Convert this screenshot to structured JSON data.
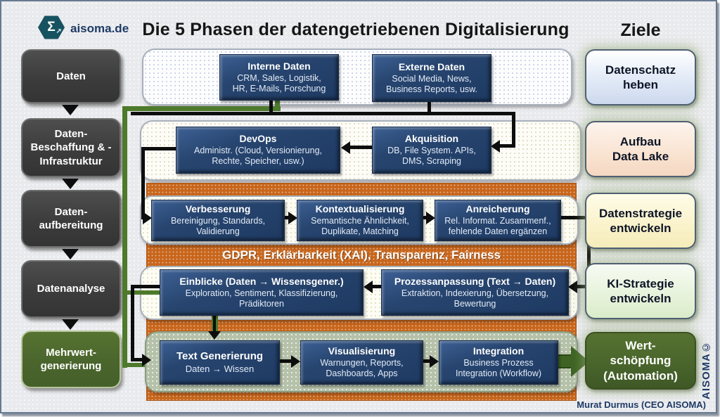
{
  "header": {
    "logo_text": "aisoma.de",
    "logo_glyph": "Σ",
    "title": "Die 5 Phasen der datengetriebenen Digitalisierung",
    "goals_title": "Ziele"
  },
  "left_column": {
    "items": [
      {
        "label": "Daten"
      },
      {
        "label": "Daten-\nBeschaffung & -\nInfrastruktur"
      },
      {
        "label": "Daten-\naufbereitung"
      },
      {
        "label": "Datenanalyse"
      },
      {
        "label": "Mehrwert-\ngenerierung"
      }
    ]
  },
  "phase1": {
    "boxes": [
      {
        "title": "Interne Daten",
        "subtitle": "CRM, Sales, Logistik,\nHR, E-Mails, Forschung"
      },
      {
        "title": "Externe Daten",
        "subtitle": "Social Media, News,\nBusiness Reports, usw."
      }
    ]
  },
  "phase2": {
    "boxes": [
      {
        "title": "DevOps",
        "subtitle": "Administr. (Cloud, Versionierung,\nRechte, Speicher, usw.)"
      },
      {
        "title": "Akquisition",
        "subtitle": "DB, File System. APIs,\nDMS, Scraping"
      }
    ]
  },
  "phase3": {
    "boxes": [
      {
        "title": "Verbesserung",
        "subtitle": "Bereinigung, Standards,\nValidierung"
      },
      {
        "title": "Kontextualisierung",
        "subtitle": "Semantische Ähnlichkeit,\nDuplikate, Matching"
      },
      {
        "title": "Anreicherung",
        "subtitle": "Rel. Informat. Zusammenf.,\nfehlende Daten ergänzen"
      }
    ]
  },
  "gdpr_banner": {
    "label": "GDPR, Erklärbarkeit (XAI), Transparenz, Fairness"
  },
  "phase4": {
    "boxes": [
      {
        "title": "Einblicke (Daten → Wissensgener.)",
        "subtitle": "Exploration, Sentiment, Klassifizierung,\nPrädiktoren"
      },
      {
        "title": "Prozessanpassung (Text → Daten)",
        "subtitle": "Extraktion, Indexierung, Übersetzung,\nBewertung"
      }
    ]
  },
  "phase5": {
    "boxes": [
      {
        "title": "Text Generierung",
        "subtitle": "Daten → Wissen"
      },
      {
        "title": "Visualisierung",
        "subtitle": "Warnungen, Reports,\nDashboards, Apps"
      },
      {
        "title": "Integration",
        "subtitle": "Business Prozess\nIntegration (Workflow)"
      }
    ]
  },
  "goals": {
    "items": [
      {
        "label": "Datenschatz\nheben"
      },
      {
        "label": "Aufbau\nData Lake"
      },
      {
        "label": "Datenstrategie\nentwickeln"
      },
      {
        "label": "KI-Strategie\nentwickeln"
      },
      {
        "label": "Wert-\nschöpfung\n(Automation)"
      }
    ]
  },
  "footer": {
    "credit": "Murat Durmus (CEO AISOMA)",
    "watermark": "AISOMA©"
  },
  "colors": {
    "navy_box": "#1e3a63",
    "orange_band": "#c8661c",
    "green_accent": "#4d7a2b",
    "dark_green_box": "#48642b",
    "charcoal_box": "#3c3c3c",
    "frame_border": "#66798f"
  }
}
